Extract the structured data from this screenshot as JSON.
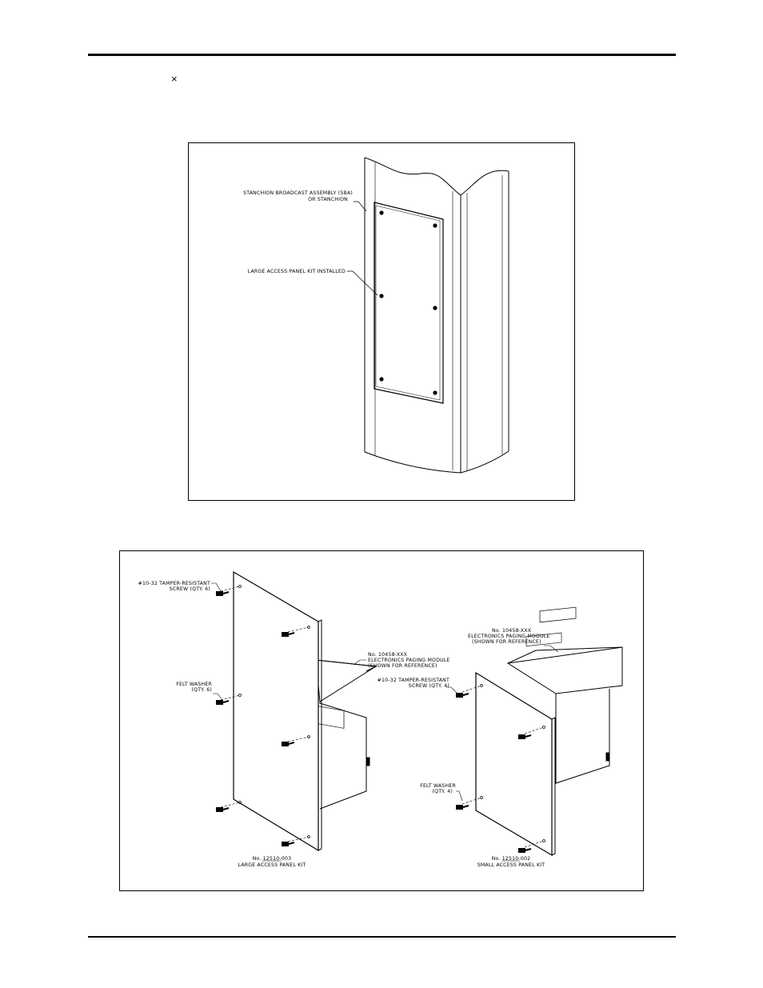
{
  "page": {
    "multiply_mark": "×"
  },
  "figure1": {
    "label_stanchion_line1": "STANCHION BROADCAST ASSEMBLY (SBA)",
    "label_stanchion_line2": "OR STANCHION",
    "label_large_panel_installed": "LARGE ACCESS PANEL KIT INSTALLED"
  },
  "figure2": {
    "large_screw_line1": "#10-32 TAMPER-RESISTANT",
    "large_screw_line2": "SCREW (QTY. 6)",
    "large_washer_line1": "FELT WASHER",
    "large_washer_line2": "(QTY. 6)",
    "large_module_line1": "No. 10458-XXX",
    "large_module_line2": "ELECTRONICS PAGING MODULE",
    "large_module_line3": "(SHOWN FOR REFERENCE)",
    "large_kit_number": "No. 12510-003",
    "large_kit_name": "LARGE ACCESS PANEL KIT",
    "small_module_line1": "No. 10458-XXX",
    "small_module_line2": "ELECTRONICS PAGING MODULE",
    "small_module_line3": "(SHOWN FOR REFERENCE)",
    "small_screw_line1": "#10-32 TAMPER-RESISTANT",
    "small_screw_line2": "SCREW (QTY. 4)",
    "small_washer_line1": "FELT WASHER",
    "small_washer_line2": "(QTY. 4)",
    "small_kit_number": "No. 12510-002",
    "small_kit_name": "SMALL ACCESS PANEL KIT"
  }
}
